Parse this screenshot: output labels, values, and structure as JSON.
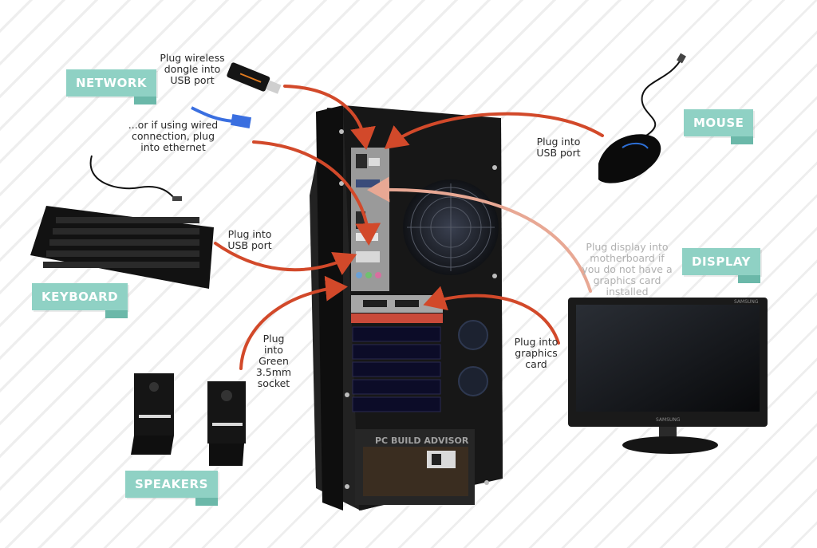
{
  "labels": {
    "network": "NETWORK",
    "mouse": "MOUSE",
    "keyboard": "KEYBOARD",
    "display": "DISPLAY",
    "speakers": "SPEAKERS"
  },
  "notes": {
    "dongle": "Plug wireless dongle into USB port",
    "ethernet": "...or if using wired connection, plug into ethernet",
    "mouse_usb": "Plug into USB port",
    "keyboard_usb": "Plug into USB port",
    "display_mobo": "Plug display into motherboard if you do not have a graphics card installed",
    "green_socket": "Plug into Green 3.5mm socket",
    "graphics_card": "Plug into graphics card"
  },
  "case_text": "PC BUILD ADVISOR",
  "monitor_brand": "SAMSUNG",
  "colors": {
    "tag_bg": "#8fd1c4",
    "tag_fold": "#6bb8a9",
    "arrow": "#d2492a",
    "arrow_faint": "#e8a894",
    "case": "#161616"
  }
}
